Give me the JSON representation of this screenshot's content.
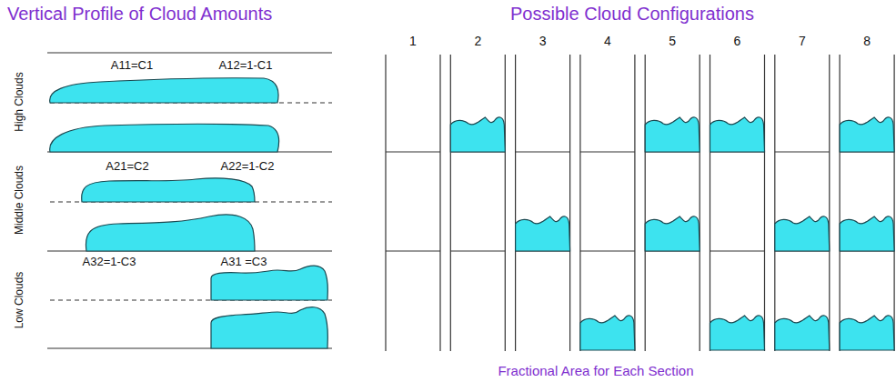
{
  "diagram": {
    "labels": [
      "Vertical Profile of Cloud Amounts",
      "Possible Cloud Configurations",
      "A11=C1",
      "A12=1-C1",
      "High Clouds",
      "A21=C2",
      "A22=1-C2",
      "Middle Clouds",
      "A32=1-C3",
      "A31 =C3",
      "Low Clouds",
      "1",
      "2",
      "3",
      "4",
      "5",
      "6",
      "7",
      "8",
      "Fractional Area for Each Section"
    ]
  }
}
